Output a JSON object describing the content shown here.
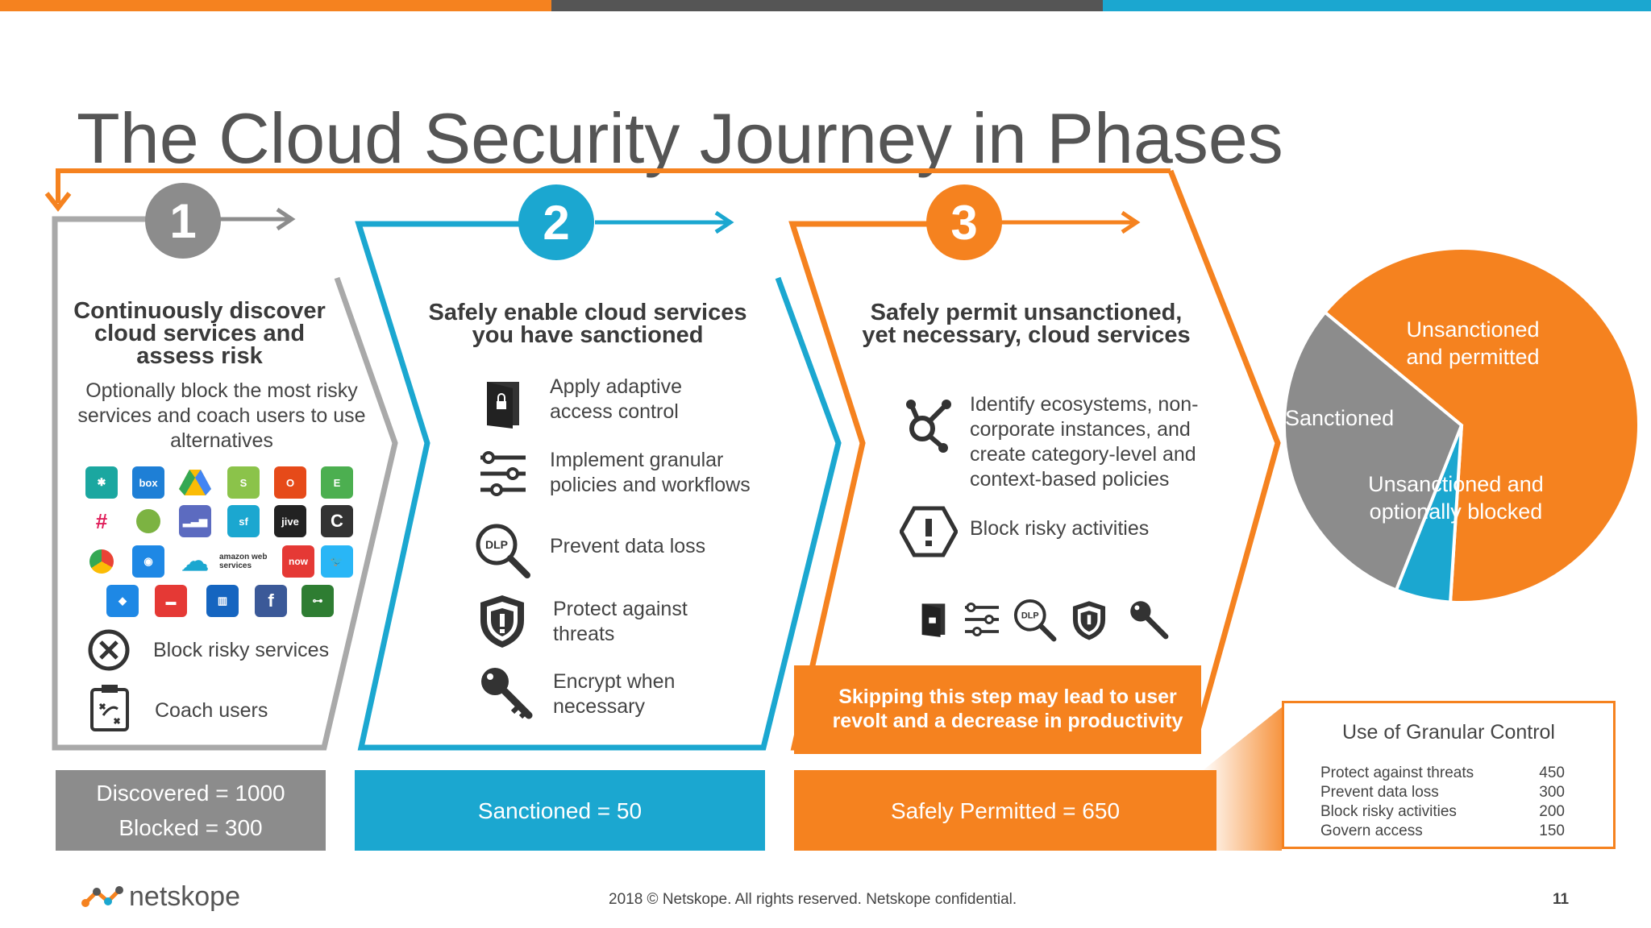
{
  "slide": {
    "title": "The Cloud Security Journey in Phases",
    "page_number": "11",
    "footer": "2018 © Netskope. All rights reserved. Netskope confidential.",
    "logo_text": "netskope",
    "colors": {
      "orange": "#f5821f",
      "gray": "#8c8c8c",
      "blue": "#1ba7d0",
      "dark": "#555555"
    }
  },
  "phases": [
    {
      "number": "1",
      "title": "Continuously discover cloud services and assess risk",
      "subtitle": "Optionally block the most risky services and coach users to use alternatives",
      "items": [
        {
          "label": "Block risky services",
          "icon": "circle-x-icon"
        },
        {
          "label": "Coach users",
          "icon": "clipboard-icon"
        }
      ],
      "apps": [
        "box",
        "jive",
        "amazon web services",
        "now"
      ],
      "stat_lines": [
        "Discovered = 1000",
        "Blocked = 300"
      ]
    },
    {
      "number": "2",
      "title": "Safely enable cloud services you have sanctioned",
      "items": [
        {
          "label": "Apply adaptive access control",
          "icon": "lock-door-icon"
        },
        {
          "label": "Implement granular policies and workflows",
          "icon": "sliders-icon"
        },
        {
          "label": "Prevent data loss",
          "icon": "dlp-magnifier-icon"
        },
        {
          "label": "Protect against threats",
          "icon": "shield-alert-icon"
        },
        {
          "label": "Encrypt when necessary",
          "icon": "key-icon"
        }
      ],
      "stat_lines": [
        "Sanctioned = 50"
      ]
    },
    {
      "number": "3",
      "title": "Safely permit unsanctioned, yet necessary, cloud services",
      "items": [
        {
          "label": "Identify ecosystems, non-corporate instances, and create category-level and context-based policies",
          "icon": "ecosystem-icon"
        },
        {
          "label": "Block risky activities",
          "icon": "hexagon-alert-icon"
        }
      ],
      "warning": "Skipping this step may lead to user revolt and a decrease in productivity",
      "stat_lines": [
        "Safely Permitted = 650"
      ]
    }
  ],
  "chart_data": [
    {
      "type": "pie",
      "title": "",
      "slices": [
        {
          "label": "Unsanctioned and permitted",
          "value": 650,
          "color": "#f5821f"
        },
        {
          "label": "Sanctioned",
          "value": 50,
          "color": "#1ba7d0"
        },
        {
          "label": "Unsanctioned and optionally blocked",
          "value": 300,
          "color": "#8c8c8c"
        }
      ]
    },
    {
      "type": "table",
      "title": "Use of Granular Control",
      "rows": [
        {
          "label": "Protect against threats",
          "value": 450
        },
        {
          "label": "Prevent data loss",
          "value": 300
        },
        {
          "label": "Block risky activities",
          "value": 200
        },
        {
          "label": "Govern access",
          "value": 150
        }
      ]
    }
  ]
}
